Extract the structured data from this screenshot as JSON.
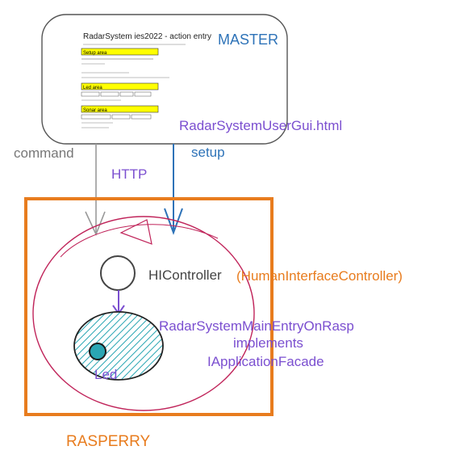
{
  "master": {
    "label": "MASTER",
    "page_title": "RadarSystem ies2022 - action entry",
    "page_file": "RadarSystemUserGui.html",
    "sections": [
      "Setup area",
      "Led area",
      "Sonar area"
    ]
  },
  "arrows": {
    "command": "command",
    "http": "HTTP",
    "setup": "setup"
  },
  "rasp": {
    "label": "RASPERRY",
    "controller": "HIController",
    "controller_full": "(HumanInterfaceController)",
    "main_line1": "RadarSystemMainEntryOnRasp",
    "main_line2": "implements",
    "main_line3": "IApplicationFacade",
    "led": "Led"
  },
  "colors": {
    "master_blue": "#2e73b8",
    "http_purple": "#7b4fd0",
    "orange": "#e87c1e",
    "crimson": "#c0245a",
    "teal": "#2aa6b3",
    "highlight_yellow": "#ffff00"
  }
}
